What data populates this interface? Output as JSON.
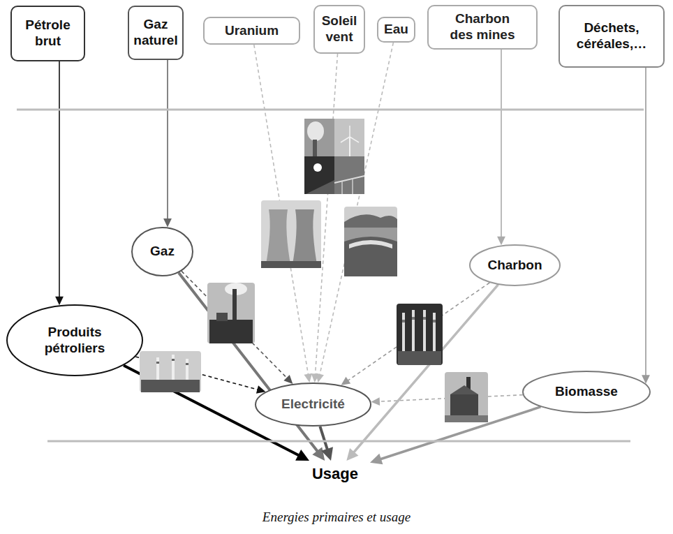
{
  "diagram": {
    "caption": "Energies primaires et usage",
    "nodes": [
      {
        "text": [
          "Pétrole brut"
        ]
      },
      {
        "text": [
          "Gaz naturel"
        ]
      },
      {
        "text": [
          "Uranium"
        ]
      },
      {
        "text": [
          "Soleil vent"
        ]
      },
      {
        "text": [
          "Eau"
        ]
      },
      {
        "text": [
          "Charbon des mines"
        ]
      },
      {
        "text": [
          "Déchets, céréales,…"
        ]
      },
      {
        "text": [
          "Gaz"
        ]
      },
      {
        "text": [
          "Charbon"
        ]
      },
      {
        "text": [
          "Produits pétroliers"
        ]
      },
      {
        "text": [
          "Electricité"
        ]
      },
      {
        "text": [
          "Biomasse"
        ]
      },
      {
        "text": [
          "Usage"
        ]
      }
    ],
    "edges": [
      {
        "from": 0,
        "to": 9,
        "arrow": "to"
      },
      {
        "from": 1,
        "to": 7,
        "arrow": "to"
      },
      {
        "from": 2,
        "to": 10,
        "arrow": "to"
      },
      {
        "from": 3,
        "to": 10,
        "arrow": "to"
      },
      {
        "from": 4,
        "to": 10,
        "arrow": "to"
      },
      {
        "from": 5,
        "to": 8,
        "arrow": "to"
      },
      {
        "from": 6,
        "to": 11,
        "arrow": "to"
      },
      {
        "from": 9,
        "to": 10,
        "arrow": "to"
      },
      {
        "from": 7,
        "to": 10,
        "arrow": "to"
      },
      {
        "from": 8,
        "to": 10,
        "arrow": "to"
      },
      {
        "from": 11,
        "to": 10,
        "arrow": "to"
      },
      {
        "from": 9,
        "to": 12,
        "arrow": "to"
      },
      {
        "from": 7,
        "to": 12,
        "arrow": "to"
      },
      {
        "from": 10,
        "to": 12,
        "arrow": "to"
      },
      {
        "from": 8,
        "to": 12,
        "arrow": "to"
      },
      {
        "from": 11,
        "to": 12,
        "arrow": "to"
      }
    ]
  }
}
